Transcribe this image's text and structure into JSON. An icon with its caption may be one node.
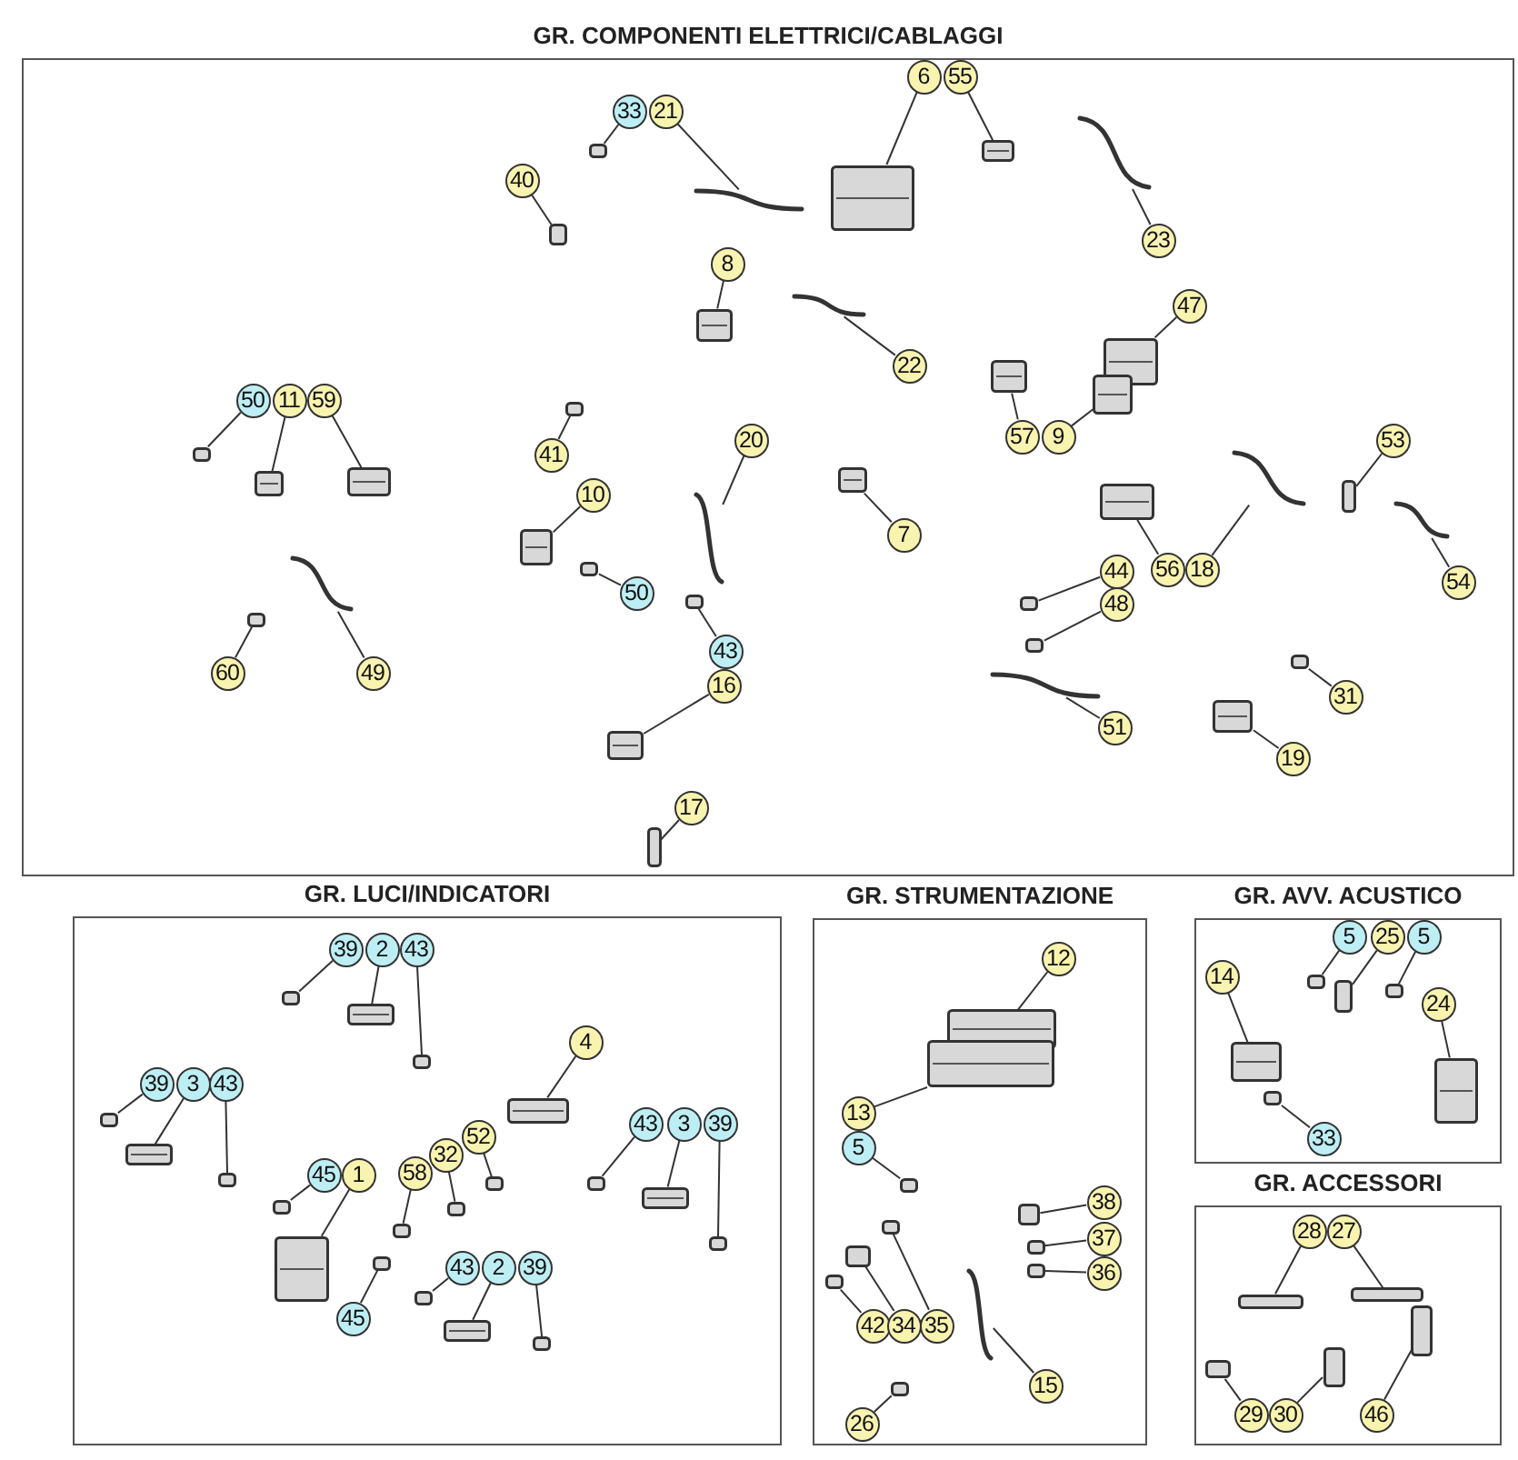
{
  "diagram": {
    "nodes": [
      {
        "text": [
          "GR. COMPONENTI ELETTRICI/CABLAGGI"
        ]
      },
      {
        "text": [
          "33"
        ],
        "in": 0
      },
      {
        "text": [
          "21"
        ],
        "in": 0
      },
      {
        "text": [
          "6"
        ],
        "in": 0
      },
      {
        "text": [
          "55"
        ],
        "in": 0
      },
      {
        "text": [
          "40"
        ],
        "in": 0
      },
      {
        "text": [
          "23"
        ],
        "in": 0
      },
      {
        "text": [
          "8"
        ],
        "in": 0
      },
      {
        "text": [
          "47"
        ],
        "in": 0
      },
      {
        "text": [
          "22"
        ],
        "in": 0
      },
      {
        "text": [
          "50"
        ],
        "in": 0
      },
      {
        "text": [
          "11"
        ],
        "in": 0
      },
      {
        "text": [
          "59"
        ],
        "in": 0
      },
      {
        "text": [
          "20"
        ],
        "in": 0
      },
      {
        "text": [
          "41"
        ],
        "in": 0
      },
      {
        "text": [
          "57"
        ],
        "in": 0
      },
      {
        "text": [
          "9"
        ],
        "in": 0
      },
      {
        "text": [
          "53"
        ],
        "in": 0
      },
      {
        "text": [
          "10"
        ],
        "in": 0
      },
      {
        "text": [
          "7"
        ],
        "in": 0
      },
      {
        "text": [
          "50"
        ],
        "in": 0
      },
      {
        "text": [
          "60"
        ],
        "in": 0
      },
      {
        "text": [
          "49"
        ],
        "in": 0
      },
      {
        "text": [
          "44"
        ],
        "in": 0
      },
      {
        "text": [
          "56"
        ],
        "in": 0
      },
      {
        "text": [
          "18"
        ],
        "in": 0
      },
      {
        "text": [
          "48"
        ],
        "in": 0
      },
      {
        "text": [
          "54"
        ],
        "in": 0
      },
      {
        "text": [
          "43"
        ],
        "in": 0
      },
      {
        "text": [
          "16"
        ],
        "in": 0
      },
      {
        "text": [
          "31"
        ],
        "in": 0
      },
      {
        "text": [
          "51"
        ],
        "in": 0
      },
      {
        "text": [
          "19"
        ],
        "in": 0
      },
      {
        "text": [
          "17"
        ],
        "in": 0
      },
      {
        "text": [
          "GR. LUCI/INDICATORI"
        ]
      },
      {
        "text": [
          "39"
        ],
        "in": 34
      },
      {
        "text": [
          "2"
        ],
        "in": 34
      },
      {
        "text": [
          "43"
        ],
        "in": 34
      },
      {
        "text": [
          "4"
        ],
        "in": 34
      },
      {
        "text": [
          "39"
        ],
        "in": 34
      },
      {
        "text": [
          "3"
        ],
        "in": 34
      },
      {
        "text": [
          "43"
        ],
        "in": 34
      },
      {
        "text": [
          "52"
        ],
        "in": 34
      },
      {
        "text": [
          "43"
        ],
        "in": 34
      },
      {
        "text": [
          "3"
        ],
        "in": 34
      },
      {
        "text": [
          "39"
        ],
        "in": 34
      },
      {
        "text": [
          "32"
        ],
        "in": 34
      },
      {
        "text": [
          "45"
        ],
        "in": 34
      },
      {
        "text": [
          "1"
        ],
        "in": 34
      },
      {
        "text": [
          "58"
        ],
        "in": 34
      },
      {
        "text": [
          "45"
        ],
        "in": 34
      },
      {
        "text": [
          "43"
        ],
        "in": 34
      },
      {
        "text": [
          "2"
        ],
        "in": 34
      },
      {
        "text": [
          "39"
        ],
        "in": 34
      },
      {
        "text": [
          "GR. STRUMENTAZIONE"
        ]
      },
      {
        "text": [
          "12"
        ],
        "in": 54
      },
      {
        "text": [
          "13"
        ],
        "in": 54
      },
      {
        "text": [
          "5"
        ],
        "in": 54
      },
      {
        "text": [
          "38"
        ],
        "in": 54
      },
      {
        "text": [
          "37"
        ],
        "in": 54
      },
      {
        "text": [
          "36"
        ],
        "in": 54
      },
      {
        "text": [
          "42"
        ],
        "in": 54
      },
      {
        "text": [
          "34"
        ],
        "in": 54
      },
      {
        "text": [
          "35"
        ],
        "in": 54
      },
      {
        "text": [
          "15"
        ],
        "in": 54
      },
      {
        "text": [
          "26"
        ],
        "in": 54
      },
      {
        "text": [
          "GR. AVV. ACUSTICO"
        ]
      },
      {
        "text": [
          "5"
        ],
        "in": 66
      },
      {
        "text": [
          "25"
        ],
        "in": 66
      },
      {
        "text": [
          "5"
        ],
        "in": 66
      },
      {
        "text": [
          "14"
        ],
        "in": 66
      },
      {
        "text": [
          "24"
        ],
        "in": 66
      },
      {
        "text": [
          "33"
        ],
        "in": 66
      },
      {
        "text": [
          "GR. ACCESSORI"
        ]
      },
      {
        "text": [
          "28"
        ],
        "in": 73
      },
      {
        "text": [
          "27"
        ],
        "in": 73
      },
      {
        "text": [
          "29"
        ],
        "in": 73
      },
      {
        "text": [
          "30"
        ],
        "in": 73
      },
      {
        "text": [
          "46"
        ],
        "in": 73
      },
      {
        "text": [],
        "shape": "box",
        "in": 0
      },
      {
        "text": [],
        "shape": "picture",
        "in": 0
      },
      {
        "text": [],
        "shape": "box",
        "in": 0
      },
      {
        "text": [],
        "shape": "box",
        "in": 0
      },
      {
        "text": [],
        "shape": "box",
        "in": 0
      },
      {
        "text": [],
        "shape": "picture",
        "in": 0
      },
      {
        "text": [],
        "shape": "box",
        "in": 0
      },
      {
        "text": [],
        "shape": "box",
        "in": 0
      },
      {
        "text": [],
        "shape": "picture",
        "in": 0
      },
      {
        "text": [],
        "shape": "box",
        "in": 0
      },
      {
        "text": [],
        "shape": "box",
        "in": 0
      },
      {
        "text": [],
        "shape": "box",
        "in": 0
      },
      {
        "text": [],
        "shape": "picture",
        "in": 0
      },
      {
        "text": [],
        "shape": "box",
        "in": 0
      },
      {
        "text": [],
        "shape": "box",
        "in": 0
      },
      {
        "text": [],
        "shape": "box",
        "in": 0
      },
      {
        "text": [],
        "shape": "box",
        "in": 0
      },
      {
        "text": [],
        "shape": "box",
        "in": 0
      },
      {
        "text": [],
        "shape": "box",
        "in": 0
      },
      {
        "text": [],
        "shape": "box",
        "in": 0
      },
      {
        "text": [],
        "shape": "box",
        "in": 0
      },
      {
        "text": [],
        "shape": "picture",
        "in": 0
      },
      {
        "text": [],
        "shape": "box",
        "in": 0
      },
      {
        "text": [],
        "shape": "box",
        "in": 0
      },
      {
        "text": [],
        "shape": "picture",
        "in": 0
      },
      {
        "text": [],
        "shape": "box",
        "in": 0
      },
      {
        "text": [],
        "shape": "picture",
        "in": 0
      },
      {
        "text": [],
        "shape": "box",
        "in": 0
      },
      {
        "text": [],
        "shape": "box",
        "in": 0
      },
      {
        "text": [],
        "shape": "box",
        "in": 0
      },
      {
        "text": [],
        "shape": "picture",
        "in": 0
      },
      {
        "text": [],
        "shape": "box",
        "in": 0
      },
      {
        "text": [],
        "shape": "box",
        "in": 0
      },
      {
        "text": [],
        "shape": "box",
        "in": 34
      },
      {
        "text": [],
        "shape": "box",
        "in": 34
      },
      {
        "text": [],
        "shape": "box",
        "in": 34
      },
      {
        "text": [],
        "shape": "box",
        "in": 34
      },
      {
        "text": [],
        "shape": "box",
        "in": 34
      },
      {
        "text": [],
        "shape": "box",
        "in": 34
      },
      {
        "text": [],
        "shape": "box",
        "in": 34
      },
      {
        "text": [],
        "shape": "box",
        "in": 34
      },
      {
        "text": [],
        "shape": "box",
        "in": 34
      },
      {
        "text": [],
        "shape": "box",
        "in": 34
      },
      {
        "text": [],
        "shape": "box",
        "in": 34
      },
      {
        "text": [],
        "shape": "box",
        "in": 34
      },
      {
        "text": [],
        "shape": "box",
        "in": 34
      },
      {
        "text": [],
        "shape": "box",
        "in": 34
      },
      {
        "text": [],
        "shape": "box",
        "in": 34
      },
      {
        "text": [],
        "shape": "box",
        "in": 34
      },
      {
        "text": [],
        "shape": "box",
        "in": 34
      },
      {
        "text": [],
        "shape": "box",
        "in": 34
      },
      {
        "text": [],
        "shape": "box",
        "in": 34
      },
      {
        "text": [],
        "shape": "box",
        "in": 54
      },
      {
        "text": [],
        "shape": "box",
        "in": 54
      },
      {
        "text": [],
        "shape": "box",
        "in": 54
      },
      {
        "text": [],
        "shape": "box",
        "in": 54
      },
      {
        "text": [],
        "shape": "box",
        "in": 54
      },
      {
        "text": [],
        "shape": "box",
        "in": 54
      },
      {
        "text": [],
        "shape": "box",
        "in": 54
      },
      {
        "text": [],
        "shape": "box",
        "in": 54
      },
      {
        "text": [],
        "shape": "box",
        "in": 54
      },
      {
        "text": [],
        "shape": "picture",
        "in": 54
      },
      {
        "text": [],
        "shape": "box",
        "in": 54
      },
      {
        "text": [],
        "shape": "box",
        "in": 66
      },
      {
        "text": [],
        "shape": "box",
        "in": 66
      },
      {
        "text": [],
        "shape": "box",
        "in": 66
      },
      {
        "text": [],
        "shape": "box",
        "in": 66
      },
      {
        "text": [],
        "shape": "box",
        "in": 66
      },
      {
        "text": [],
        "shape": "box",
        "in": 66
      },
      {
        "text": [],
        "shape": "box",
        "in": 73
      },
      {
        "text": [],
        "shape": "box",
        "in": 73
      },
      {
        "text": [],
        "shape": "box",
        "in": 73
      },
      {
        "text": [],
        "shape": "box",
        "in": 73
      },
      {
        "text": [],
        "shape": "box",
        "in": 73
      }
    ],
    "edges": [
      {
        "from": 1,
        "to": 79,
        "arrow": "none"
      },
      {
        "from": 2,
        "to": 80,
        "arrow": "none"
      },
      {
        "from": 3,
        "to": 81,
        "arrow": "none"
      },
      {
        "from": 4,
        "to": 82,
        "arrow": "none"
      },
      {
        "from": 5,
        "to": 83,
        "arrow": "none"
      },
      {
        "from": 6,
        "to": 84,
        "arrow": "none"
      },
      {
        "from": 7,
        "to": 85,
        "arrow": "none"
      },
      {
        "from": 8,
        "to": 86,
        "arrow": "none"
      },
      {
        "from": 9,
        "to": 87,
        "arrow": "none"
      },
      {
        "from": 10,
        "to": 88,
        "arrow": "none"
      },
      {
        "from": 11,
        "to": 89,
        "arrow": "none"
      },
      {
        "from": 12,
        "to": 90,
        "arrow": "none"
      },
      {
        "from": 13,
        "to": 91,
        "arrow": "none"
      },
      {
        "from": 14,
        "to": 92,
        "arrow": "none"
      },
      {
        "from": 15,
        "to": 93,
        "arrow": "none"
      },
      {
        "from": 16,
        "to": 94,
        "arrow": "none"
      },
      {
        "from": 17,
        "to": 95,
        "arrow": "none"
      },
      {
        "from": 18,
        "to": 96,
        "arrow": "none"
      },
      {
        "from": 19,
        "to": 97,
        "arrow": "none"
      },
      {
        "from": 20,
        "to": 98,
        "arrow": "none"
      },
      {
        "from": 21,
        "to": 99,
        "arrow": "none"
      },
      {
        "from": 22,
        "to": 100,
        "arrow": "none"
      },
      {
        "from": 23,
        "to": 101,
        "arrow": "none"
      },
      {
        "from": 24,
        "to": 102,
        "arrow": "none"
      },
      {
        "from": 25,
        "to": 103,
        "arrow": "none"
      },
      {
        "from": 26,
        "to": 104,
        "arrow": "none"
      },
      {
        "from": 27,
        "to": 105,
        "arrow": "none"
      },
      {
        "from": 28,
        "to": 106,
        "arrow": "none"
      },
      {
        "from": 29,
        "to": 107,
        "arrow": "none"
      },
      {
        "from": 30,
        "to": 108,
        "arrow": "none"
      },
      {
        "from": 31,
        "to": 109,
        "arrow": "none"
      },
      {
        "from": 32,
        "to": 110,
        "arrow": "none"
      },
      {
        "from": 33,
        "to": 111,
        "arrow": "none"
      },
      {
        "from": 35,
        "to": 112,
        "arrow": "none"
      },
      {
        "from": 36,
        "to": 113,
        "arrow": "none"
      },
      {
        "from": 37,
        "to": 114,
        "arrow": "none"
      },
      {
        "from": 38,
        "to": 115,
        "arrow": "none"
      },
      {
        "from": 39,
        "to": 116,
        "arrow": "none"
      },
      {
        "from": 40,
        "to": 117,
        "arrow": "none"
      },
      {
        "from": 41,
        "to": 118,
        "arrow": "none"
      },
      {
        "from": 42,
        "to": 119,
        "arrow": "none"
      },
      {
        "from": 43,
        "to": 120,
        "arrow": "none"
      },
      {
        "from": 44,
        "to": 121,
        "arrow": "none"
      },
      {
        "from": 45,
        "to": 122,
        "arrow": "none"
      },
      {
        "from": 46,
        "to": 123,
        "arrow": "none"
      },
      {
        "from": 47,
        "to": 124,
        "arrow": "none"
      },
      {
        "from": 48,
        "to": 125,
        "arrow": "none"
      },
      {
        "from": 49,
        "to": 126,
        "arrow": "none"
      },
      {
        "from": 50,
        "to": 127,
        "arrow": "none"
      },
      {
        "from": 51,
        "to": 128,
        "arrow": "none"
      },
      {
        "from": 52,
        "to": 129,
        "arrow": "none"
      },
      {
        "from": 53,
        "to": 130,
        "arrow": "none"
      },
      {
        "from": 55,
        "to": 131,
        "arrow": "none"
      },
      {
        "from": 56,
        "to": 132,
        "arrow": "none"
      },
      {
        "from": 57,
        "to": 133,
        "arrow": "none"
      },
      {
        "from": 58,
        "to": 134,
        "arrow": "none"
      },
      {
        "from": 59,
        "to": 135,
        "arrow": "none"
      },
      {
        "from": 60,
        "to": 136,
        "arrow": "none"
      },
      {
        "from": 61,
        "to": 137,
        "arrow": "none"
      },
      {
        "from": 62,
        "to": 138,
        "arrow": "none"
      },
      {
        "from": 63,
        "to": 139,
        "arrow": "none"
      },
      {
        "from": 64,
        "to": 140,
        "arrow": "none"
      },
      {
        "from": 65,
        "to": 141,
        "arrow": "none"
      },
      {
        "from": 67,
        "to": 142,
        "arrow": "none"
      },
      {
        "from": 68,
        "to": 143,
        "arrow": "none"
      },
      {
        "from": 69,
        "to": 144,
        "arrow": "none"
      },
      {
        "from": 70,
        "to": 145,
        "arrow": "none"
      },
      {
        "from": 71,
        "to": 146,
        "arrow": "none"
      },
      {
        "from": 72,
        "to": 147,
        "arrow": "none"
      },
      {
        "from": 74,
        "to": 148,
        "arrow": "none"
      },
      {
        "from": 75,
        "to": 149,
        "arrow": "none"
      },
      {
        "from": 76,
        "to": 150,
        "arrow": "none"
      },
      {
        "from": 77,
        "to": 151,
        "arrow": "none"
      },
      {
        "from": 78,
        "to": 152,
        "arrow": "none"
      }
    ]
  }
}
